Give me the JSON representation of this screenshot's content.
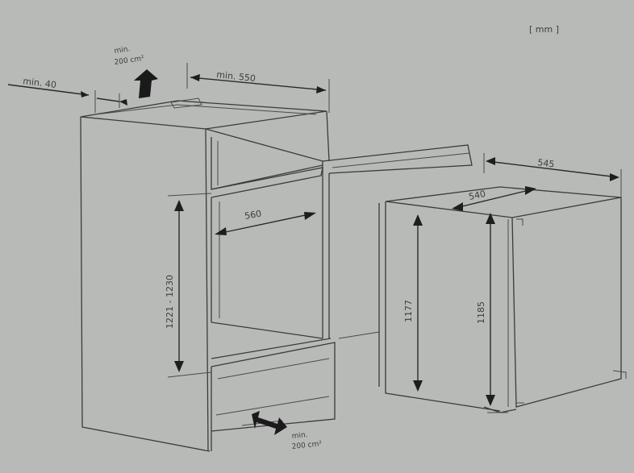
{
  "units_label": "[ mm ]",
  "vent_top": {
    "line1": "min.",
    "line2": "200 cm²"
  },
  "vent_bottom": {
    "line1": "min.",
    "line2": "200 cm²"
  },
  "niche_dims": {
    "top_gap": "min. 40",
    "side_offset": "min. 550",
    "height": "1221 - 1230",
    "inner_width": "560"
  },
  "appliance_dims": {
    "width": "540",
    "depth": "545",
    "height_front": "1177",
    "height_side": "1185"
  }
}
